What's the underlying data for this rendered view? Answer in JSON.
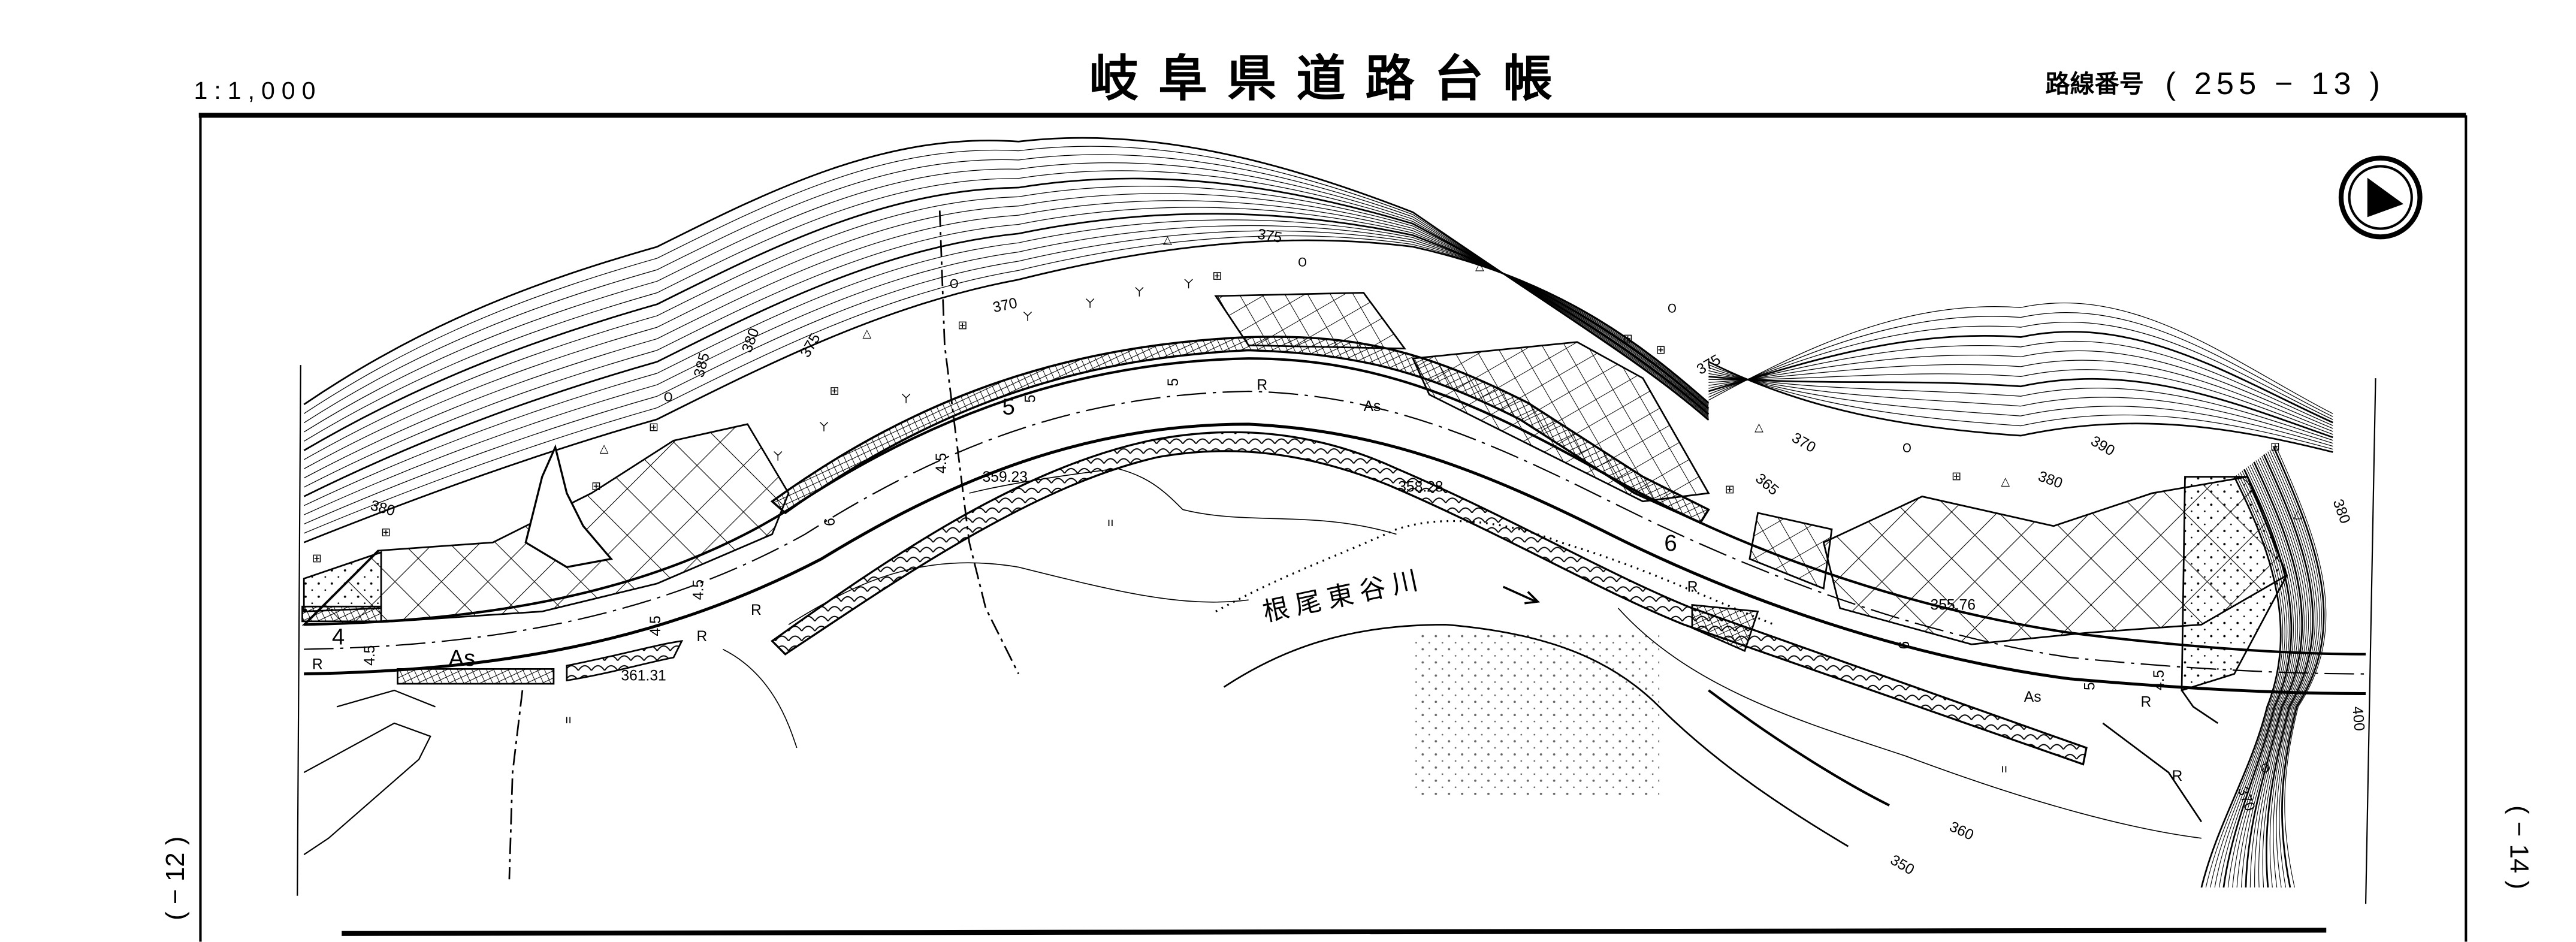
{
  "header": {
    "scale": "1:1,000",
    "title": "岐阜県道路台帳",
    "route_label": "路線番号",
    "route_number": "( 255 − 13 )"
  },
  "adjacent_sheets": {
    "left": "( − 12 )",
    "right": "( − 14 )"
  },
  "map": {
    "north_arrow": "north-arrow-icon",
    "river_name": "根尾東谷川",
    "contours": [
      "375",
      "370",
      "375",
      "380",
      "385",
      "380",
      "380",
      "375",
      "370",
      "365",
      "390",
      "380",
      "400",
      "370",
      "360",
      "350"
    ],
    "elevations": [
      "359.23",
      "358.28",
      "355.76",
      "361.31"
    ],
    "sections": [
      "4",
      "5",
      "6"
    ],
    "road_marks": {
      "retaining": "R",
      "surface": "As"
    },
    "widths": [
      "4.5",
      "5",
      "6"
    ]
  }
}
